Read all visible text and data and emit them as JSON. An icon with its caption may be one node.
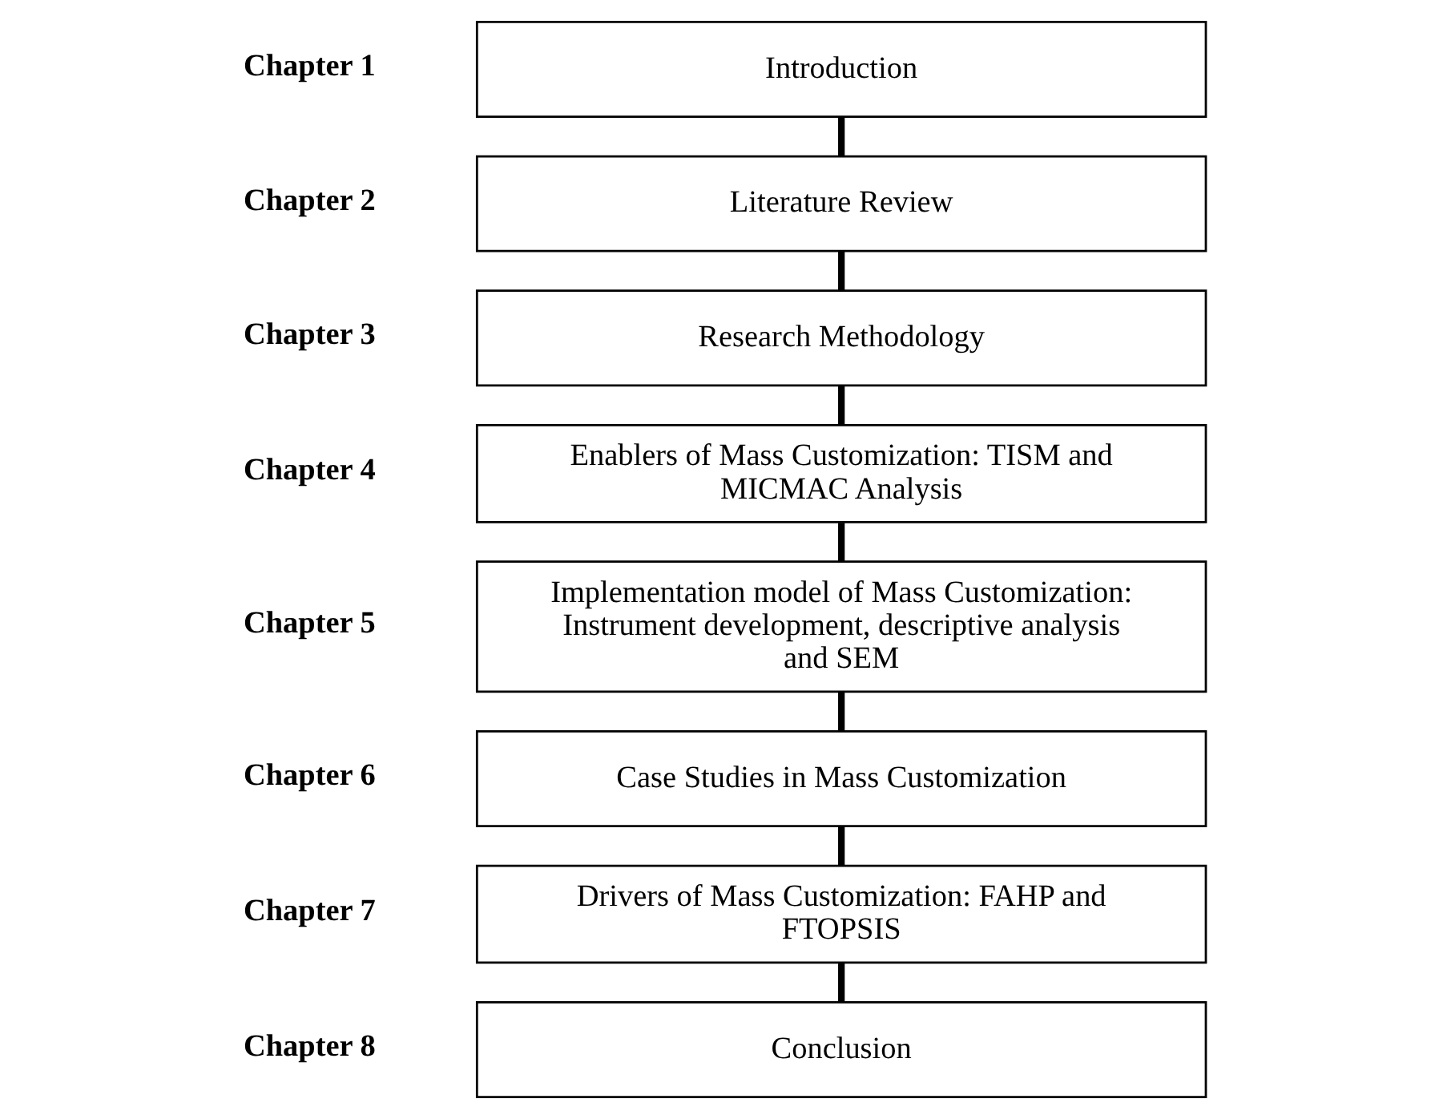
{
  "diagram": {
    "nodes": [
      {
        "text": [
          "Introduction"
        ],
        "beside": [
          "Chapter 1"
        ]
      },
      {
        "text": [
          "Literature Review"
        ],
        "beside": [
          "Chapter 2"
        ]
      },
      {
        "text": [
          "Research Methodology"
        ],
        "beside": [
          "Chapter 3"
        ]
      },
      {
        "text": [
          "Enablers of Mass Customization: TISM and MICMAC Analysis"
        ],
        "beside": [
          "Chapter 4"
        ]
      },
      {
        "text": [
          "Implementation model of Mass Customization: Instrument development, descriptive analysis and SEM"
        ],
        "beside": [
          "Chapter 5"
        ]
      },
      {
        "text": [
          "Case Studies in Mass Customization"
        ],
        "beside": [
          "Chapter 6"
        ]
      },
      {
        "text": [
          "Drivers of Mass Customization: FAHP and FTOPSIS"
        ],
        "beside": [
          "Chapter 7"
        ]
      },
      {
        "text": [
          "Conclusion"
        ],
        "beside": [
          "Chapter 8"
        ]
      }
    ],
    "edges": [
      {
        "from": 0,
        "to": 1,
        "arrow": "none"
      },
      {
        "from": 1,
        "to": 2,
        "arrow": "none"
      },
      {
        "from": 2,
        "to": 3,
        "arrow": "none"
      },
      {
        "from": 3,
        "to": 4,
        "arrow": "none"
      },
      {
        "from": 4,
        "to": 5,
        "arrow": "none"
      },
      {
        "from": 5,
        "to": 6,
        "arrow": "none"
      },
      {
        "from": 6,
        "to": 7,
        "arrow": "none"
      }
    ]
  }
}
